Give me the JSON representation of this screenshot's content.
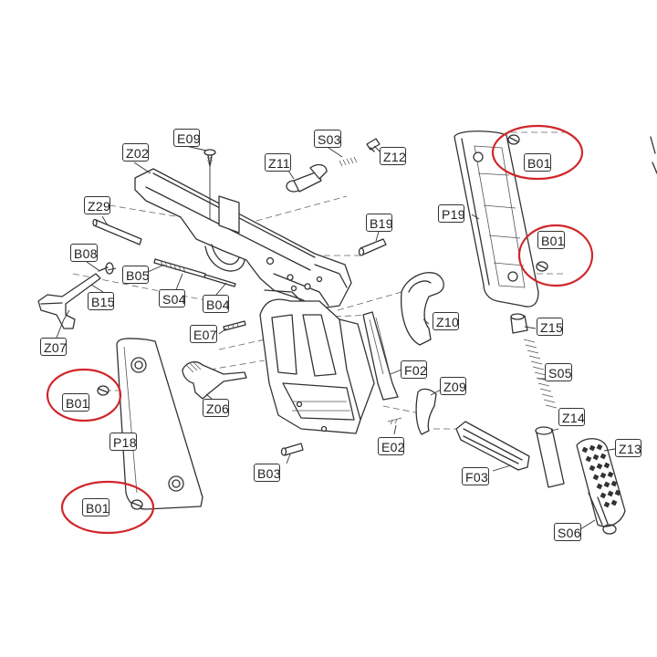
{
  "parts": {
    "B01": "B01",
    "B03": "B03",
    "B04": "B04",
    "B05": "B05",
    "B08": "B08",
    "B15": "B15",
    "B19": "B19",
    "E02": "E02",
    "E07": "E07",
    "E09": "E09",
    "F02": "F02",
    "F03": "F03",
    "P18": "P18",
    "P19": "P19",
    "S03": "S03",
    "S04": "S04",
    "S05": "S05",
    "S06": "S06",
    "Z02": "Z02",
    "Z06": "Z06",
    "Z07": "Z07",
    "Z09": "Z09",
    "Z10": "Z10",
    "Z11": "Z11",
    "Z12": "Z12",
    "Z13": "Z13",
    "Z14": "Z14",
    "Z15": "Z15",
    "Z29": "Z29"
  },
  "highlight_color": "#d0262a",
  "line_color": "#333333"
}
